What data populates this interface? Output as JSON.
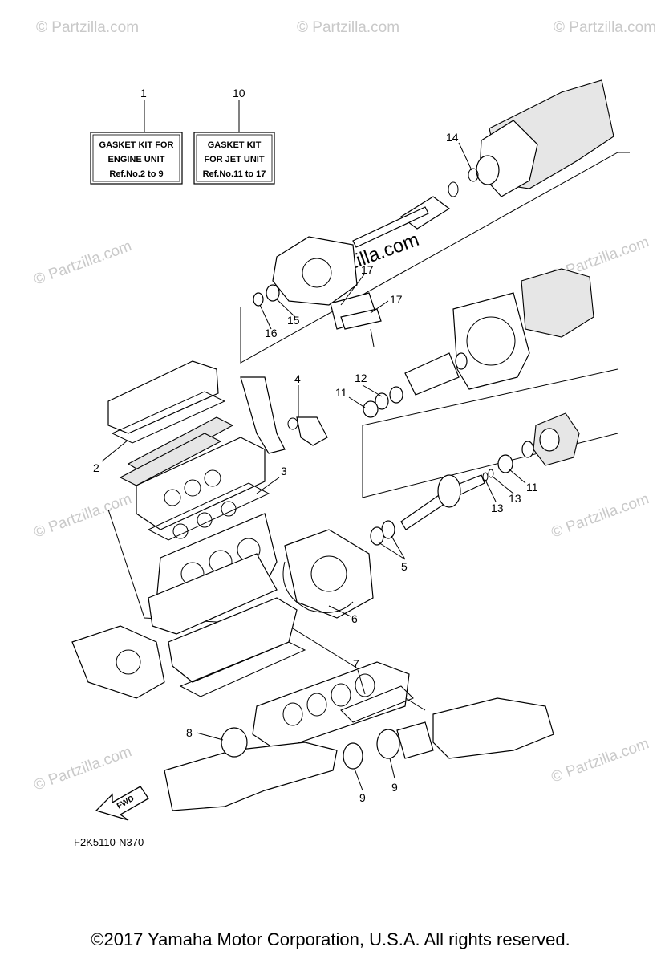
{
  "watermark": {
    "text": "© Partzilla.com",
    "center_text": "© Partzilla.com"
  },
  "kits": [
    {
      "callout": "1",
      "line1": "GASKET KIT FOR",
      "line2": "ENGINE UNIT",
      "line3": "Ref.No.2 to 9"
    },
    {
      "callout": "10",
      "line1": "GASKET KIT",
      "line2": "FOR JET UNIT",
      "line3": "Ref.No.11 to 17"
    }
  ],
  "callouts": {
    "c2": "2",
    "c3": "3",
    "c4": "4",
    "c5": "5",
    "c6": "6",
    "c7": "7",
    "c8": "8",
    "c9a": "9",
    "c9b": "9",
    "c11a": "11",
    "c11b": "11",
    "c12": "12",
    "c13a": "13",
    "c13b": "13",
    "c14": "14",
    "c15": "15",
    "c16": "16",
    "c17a": "17",
    "c17b": "17"
  },
  "fwd_label": "FWD",
  "figure_ref": "F2K5110-N370",
  "copyright": "©2017  Yamaha Motor Corporation, U.S.A. All rights reserved."
}
